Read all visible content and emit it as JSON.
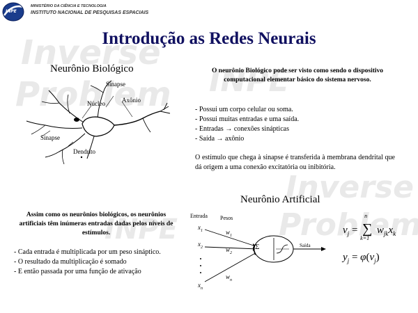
{
  "header": {
    "org_line1": "MINISTÉRIO DA CIÊNCIA E TECNOLOGIA",
    "org_line2": "INSTITUTO NACIONAL DE PESQUISAS ESPACIAIS",
    "logo_text": "INPE"
  },
  "watermark": {
    "word1": "Inverse",
    "word2": "Problem",
    "word3": "INPE"
  },
  "title": "Introdução as Redes Neurais",
  "biologico": {
    "heading": "Neurônio Biológico",
    "labels": {
      "sinapse_top": "Sinapse",
      "nucleo": "Núcleo",
      "axonio": "Axônio",
      "sinapse_left": "Sinapse",
      "dendrito": "Dendrito"
    }
  },
  "right_text": {
    "bold": "O neurônio Biológico pode ser visto como sendo o dispositivo computacional elementar básico do sistema nervoso.",
    "items": [
      "- Possui um corpo celular ou soma.",
      "- Possui muitas entradas e uma saída.",
      "- Entradas → conexões sinápticas",
      "- Saída → axônio"
    ],
    "paragraph": "O estímulo que chega à sinapse é transferida à membrana dendrital que dá origem a uma conexão excitatória ou inibitória."
  },
  "artificial": {
    "heading": "Neurônio Artificial",
    "left_bold": "Assim como os neurônios biológicos, os neurônios artificiais têm inúmeras entradas dadas pelos níveis de estímulos.",
    "items": [
      "- Cada entrada é multiplicada por um peso sináptico.",
      "- O resultado da multiplicação é somado",
      "- E então passada por uma função de ativação"
    ],
    "diagram": {
      "entrada": "Entrada",
      "pesos": "Pesos",
      "x1": "x",
      "x1_sub": "1",
      "x2": "x",
      "x2_sub": "2",
      "xn": "x",
      "xn_sub": "n",
      "w1": "w",
      "w1_sub": "1",
      "w2": "w",
      "w2_sub": "2",
      "wn": "w",
      "wn_sub": "n",
      "sigma": "Σ",
      "saida": "Saída"
    },
    "formula": {
      "v": "v",
      "j": "j",
      "eq": "=",
      "n": "n",
      "sum": "∑",
      "k1": "k=1",
      "w": "w",
      "jk": "jk",
      "x": "x",
      "k": "k",
      "y": "y",
      "phi": "φ",
      "paren_open": "(",
      "paren_close": ")"
    }
  }
}
